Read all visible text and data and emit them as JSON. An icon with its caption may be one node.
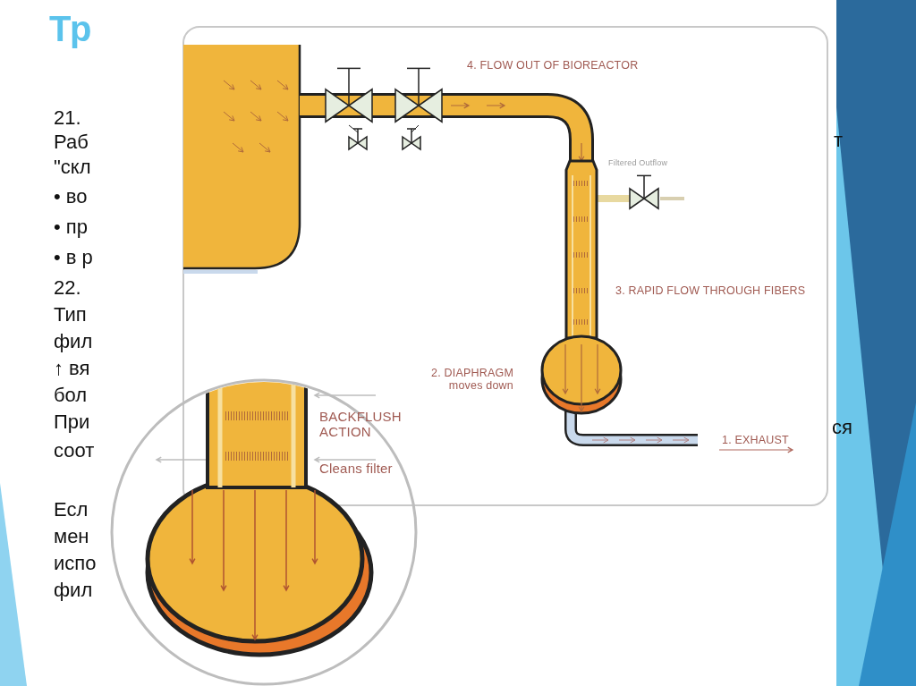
{
  "diagram": {
    "title": "Тр",
    "labels": [
      "21.",
      "Раб",
      "т",
      "\"скл",
      "• во",
      "• пр",
      "• в р",
      "22.",
      "Тип",
      "фил",
      "↑ вя",
      "бол",
      "При",
      "ся",
      "соот",
      "Есл",
      "мен",
      "испо",
      "фил",
      "4. FLOW OUT OF BIOREACTOR",
      "Filtered Outflow",
      "3. RAPID FLOW THROUGH FIBERS",
      "2. DIAPHRAGM moves down",
      "BACKFLUSH ACTION",
      "Cleans filter",
      "1. EXHAUST"
    ]
  }
}
